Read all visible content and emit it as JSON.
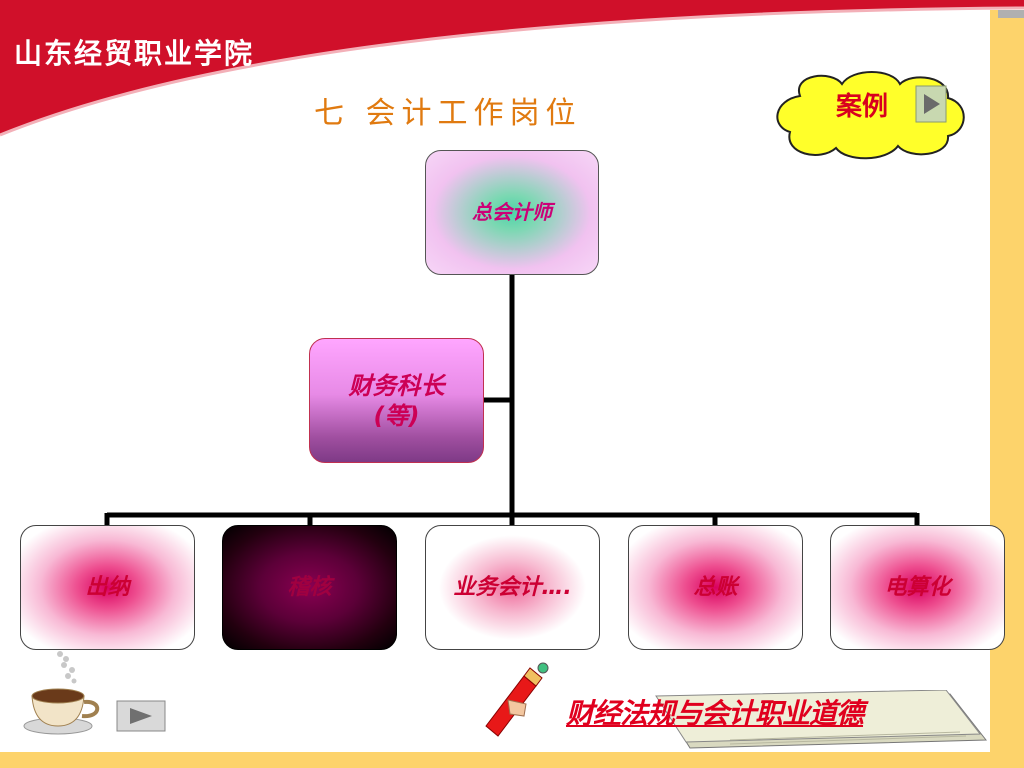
{
  "header": {
    "school_name": "山东经贸职业学院",
    "slide_title": "七  会计工作岗位"
  },
  "case_button": {
    "label": "案例",
    "icon": "play-arrow-icon"
  },
  "org_chart": {
    "root": "总会计师",
    "mid": {
      "line1": "财务科长",
      "line2": "(等)"
    },
    "leaves": [
      "出纳",
      "稽核",
      "业务会计….",
      "总账",
      "电算化"
    ]
  },
  "footer": {
    "link_text": "财经法规与会计职业道德",
    "nav_icon": "play-arrow-icon"
  },
  "colors": {
    "header_red": "#d0102a",
    "title_orange": "#e07a10",
    "right_band": "#fdd36b",
    "cloud_yellow": "#ffff2a"
  }
}
